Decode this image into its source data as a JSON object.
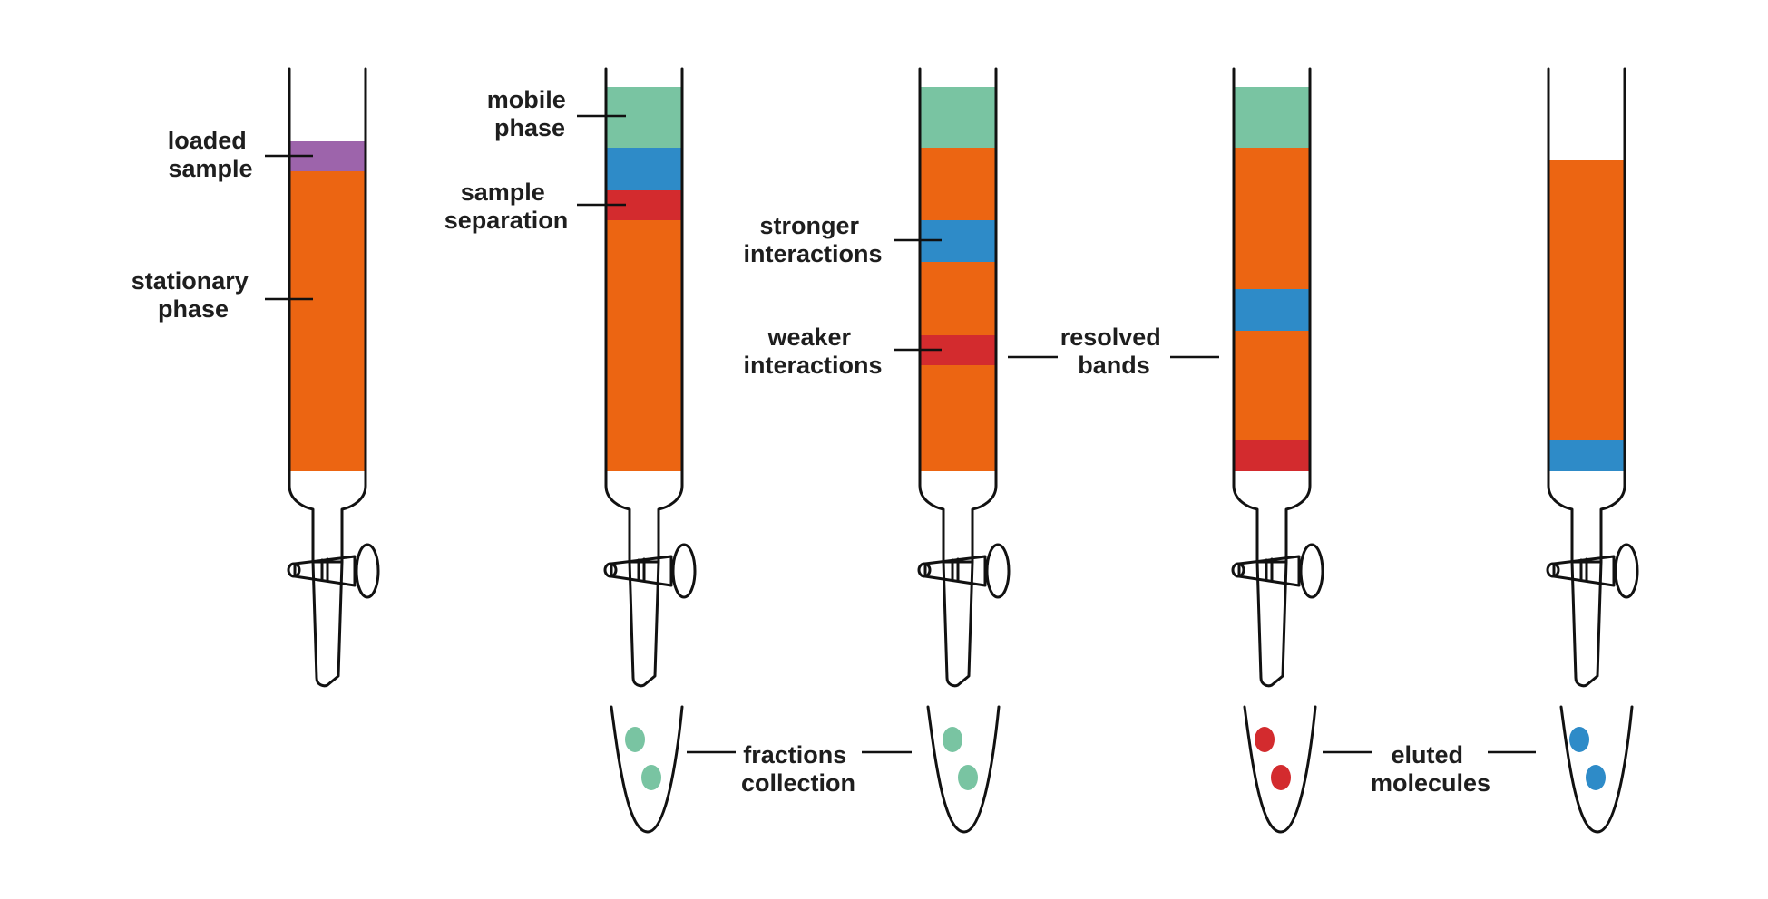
{
  "colors": {
    "stationary": "#ec6512",
    "sample": "#9d64ab",
    "mobile": "#79c4a2",
    "blue": "#2e8bc8",
    "red": "#d32b2e",
    "outline": "#111111",
    "text": "#1e1e1e"
  },
  "labels": {
    "loaded_sample": [
      "loaded",
      "sample"
    ],
    "stationary_phase": [
      "stationary",
      "phase"
    ],
    "mobile_phase": [
      "mobile",
      "phase"
    ],
    "sample_separation": [
      "sample",
      "separation"
    ],
    "stronger_interactions": [
      "stronger",
      "interactions"
    ],
    "weaker_interactions": [
      "weaker",
      "interactions"
    ],
    "resolved_bands": [
      "resolved",
      "bands"
    ],
    "fractions_collection": [
      "fractions",
      "collection"
    ],
    "eluted_molecules": [
      "eluted",
      "molecules"
    ]
  },
  "columns": [
    {
      "id": "column-1",
      "stage": "sample loaded",
      "bands": [
        "purple",
        "orange"
      ]
    },
    {
      "id": "column-2",
      "stage": "sample separation",
      "bands": [
        "green",
        "blue",
        "red",
        "orange"
      ]
    },
    {
      "id": "column-3",
      "stage": "interactions",
      "bands": [
        "green",
        "orange",
        "blue",
        "orange",
        "red",
        "orange"
      ]
    },
    {
      "id": "column-4",
      "stage": "red band elutes",
      "bands": [
        "green",
        "orange",
        "blue",
        "orange",
        "red"
      ]
    },
    {
      "id": "column-5",
      "stage": "blue band elutes",
      "bands": [
        "orange",
        "blue"
      ]
    }
  ],
  "collection_tubes": [
    {
      "id": "tube-1",
      "droplet_color": "mobile",
      "droplets": 2
    },
    {
      "id": "tube-2",
      "droplet_color": "mobile",
      "droplets": 2
    },
    {
      "id": "tube-3",
      "droplet_color": "red",
      "droplets": 2
    },
    {
      "id": "tube-4",
      "droplet_color": "blue",
      "droplets": 2
    }
  ]
}
